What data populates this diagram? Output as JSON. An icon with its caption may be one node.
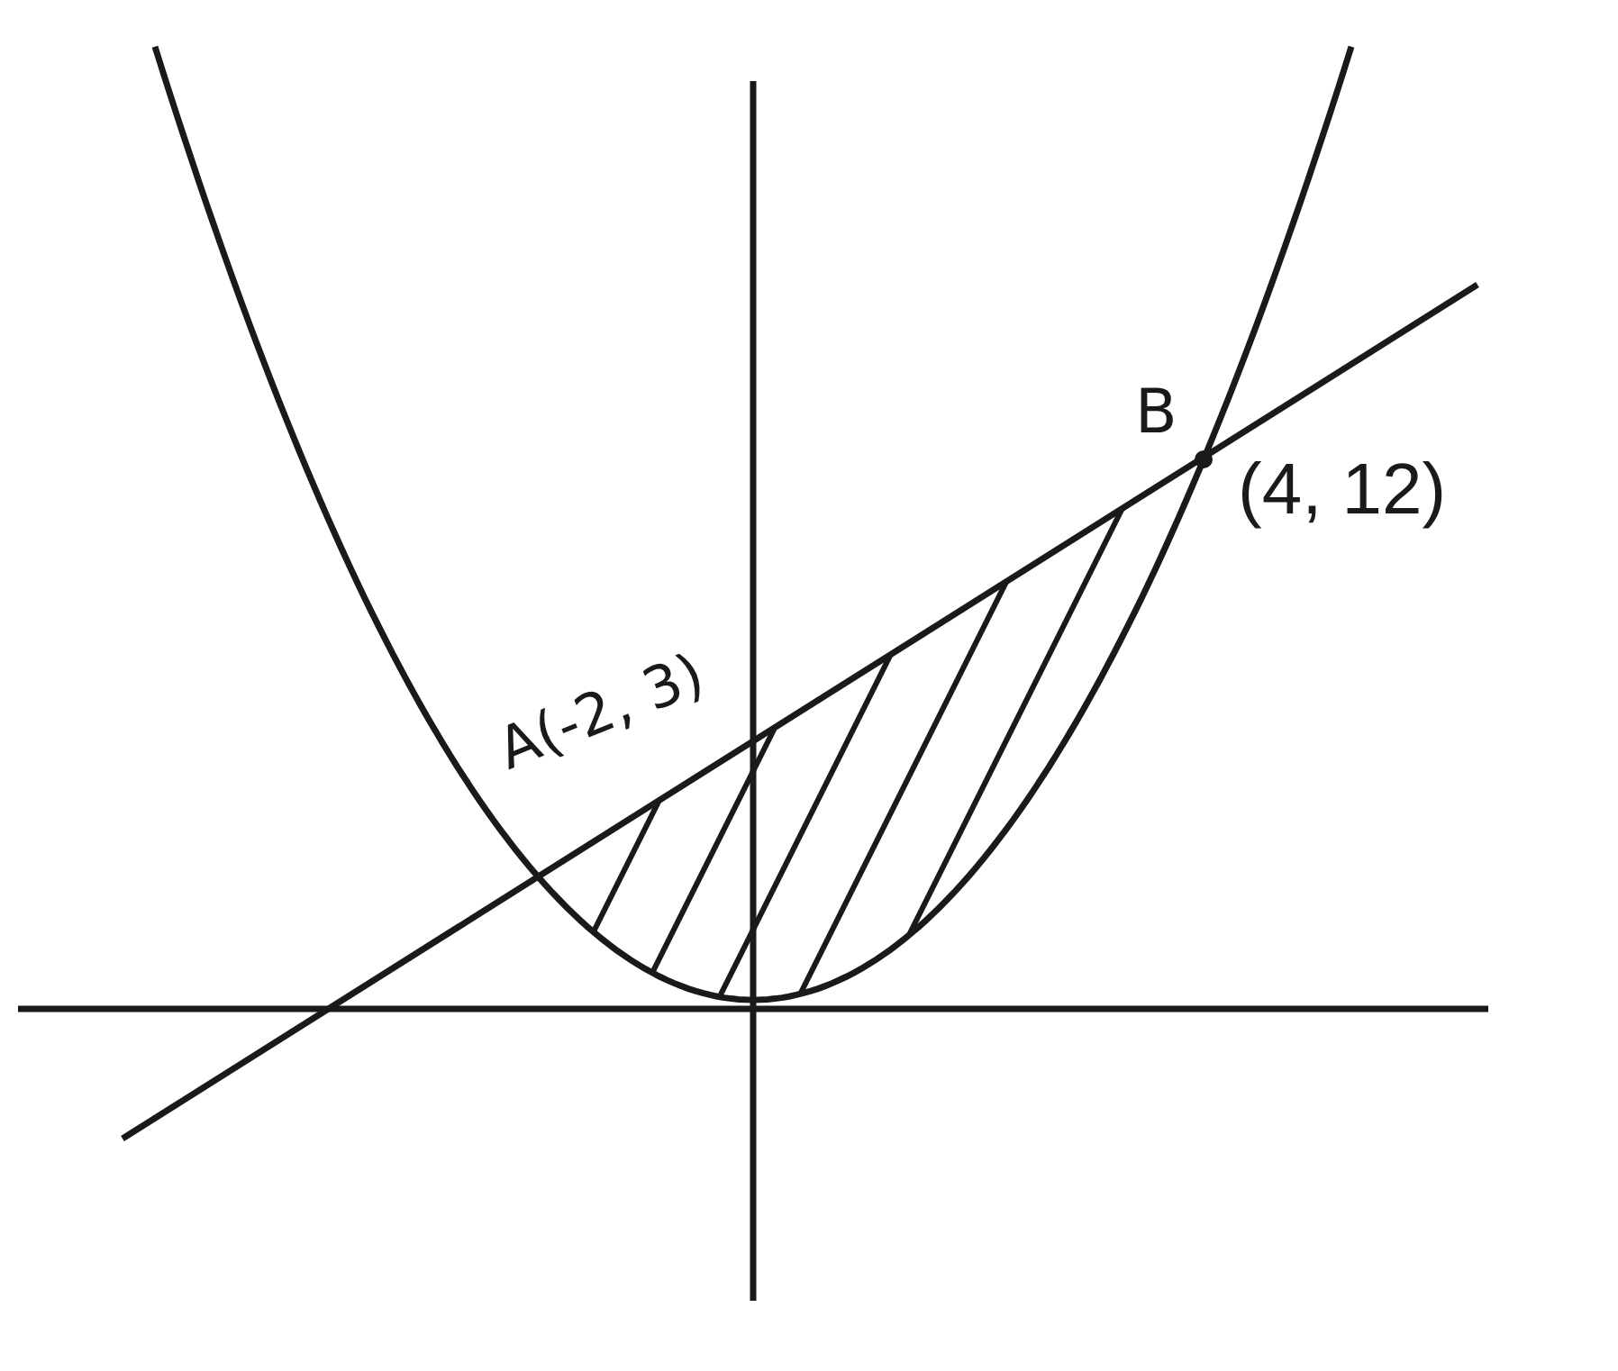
{
  "diagram": {
    "labels": [
      "B",
      "(4, 12)",
      "A(-2, 3)"
    ]
  }
}
